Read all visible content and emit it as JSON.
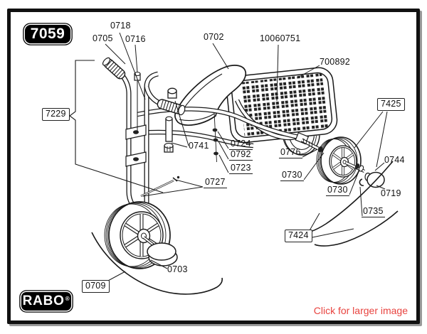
{
  "page": {
    "model_badge": "7059",
    "brand": "RABO",
    "brand_mark": "®",
    "footer_link": "Click for larger image"
  },
  "colors": {
    "line": "#1a1a1a",
    "badge_bg": "#000000",
    "badge_text": "#ffffff",
    "link": "#e8433f",
    "background": "#ffffff"
  },
  "diagram": {
    "type": "exploded-parts-diagram",
    "subject": "RABO model 7059 tricycle with basket",
    "labels": [
      {
        "text": "0718",
        "style": "plain"
      },
      {
        "text": "0705",
        "style": "plain"
      },
      {
        "text": "0716",
        "style": "plain"
      },
      {
        "text": "0702",
        "style": "plain"
      },
      {
        "text": "10060751",
        "style": "plain"
      },
      {
        "text": "700892",
        "style": "plain"
      },
      {
        "text": "7229",
        "style": "boxed"
      },
      {
        "text": "0741",
        "style": "plain"
      },
      {
        "text": "0724",
        "style": "underlined"
      },
      {
        "text": "0792",
        "style": "underlined"
      },
      {
        "text": "0723",
        "style": "underlined"
      },
      {
        "text": "0727",
        "style": "underlined"
      },
      {
        "text": "0776",
        "style": "underlined"
      },
      {
        "text": "0730",
        "style": "underlined"
      },
      {
        "text": "0730",
        "style": "underlined"
      },
      {
        "text": "7425",
        "style": "boxed"
      },
      {
        "text": "0744",
        "style": "plain"
      },
      {
        "text": "0719",
        "style": "plain"
      },
      {
        "text": "0735",
        "style": "underlined"
      },
      {
        "text": "7424",
        "style": "boxed"
      },
      {
        "text": "0703",
        "style": "plain"
      },
      {
        "text": "0709",
        "style": "boxed"
      }
    ]
  }
}
